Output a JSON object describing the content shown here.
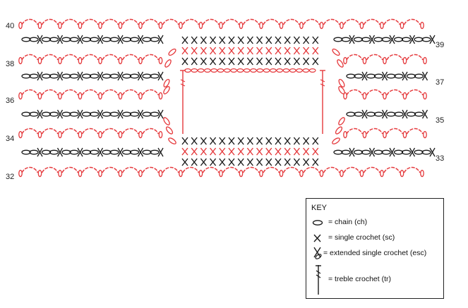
{
  "colors": {
    "red": "#e5393c",
    "black": "#1a1a1a"
  },
  "row_numbers": {
    "left": [
      "40",
      "38",
      "36",
      "34",
      "32"
    ],
    "right": [
      "39",
      "37",
      "35",
      "33"
    ]
  },
  "key": {
    "title": "KEY",
    "items": [
      {
        "symbol": "chain-icon",
        "label": "= chain (ch)"
      },
      {
        "symbol": "single-crochet-icon",
        "label": "= single crochet (sc)"
      },
      {
        "symbol": "extended-single-crochet-icon",
        "label": "= extended single crochet (esc)"
      },
      {
        "symbol": "treble-crochet-icon",
        "label": "= treble crochet (tr)"
      }
    ]
  }
}
